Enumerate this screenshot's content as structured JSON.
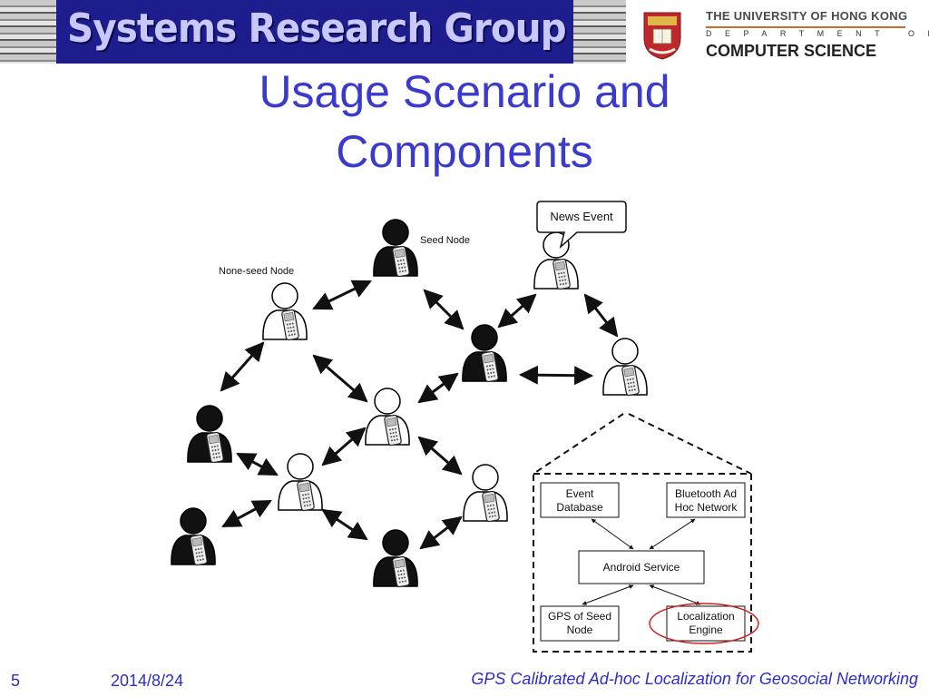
{
  "header": {
    "group_name": "Systems Research Group",
    "university": "THE UNIVERSITY OF HONG KONG",
    "department": "DEPARTMENT OF",
    "school": "COMPUTER SCIENCE",
    "colors": {
      "banner": "#1d1d8e",
      "banner_text": "#c8c8ff",
      "crest_red": "#c0272d",
      "crest_gold": "#e0b64a",
      "accent_rule": "#c86a2a"
    }
  },
  "slide": {
    "title_line1": "Usage Scenario and",
    "title_line2": "Components",
    "title_color": "#3a3acc"
  },
  "diagram": {
    "labels": {
      "seed_node": "Seed Node",
      "non_seed_node": "None-seed Node",
      "news_event": "News Event"
    },
    "components": {
      "event_database_line1": "Event",
      "event_database_line2": "Database",
      "bluetooth_line1": "Bluetooth Ad",
      "bluetooth_line2": "Hoc Network",
      "android_service": "Android Service",
      "gps_line1": "GPS of Seed",
      "gps_line2": "Node",
      "localization_line1": "Localization",
      "localization_line2": "Engine"
    },
    "highlight_color": "#cc2222",
    "seed_color": "#111111",
    "non_seed_color": "#ffffff"
  },
  "footer": {
    "page_number": "5",
    "date": "2014/8/24",
    "title": "GPS Calibrated Ad-hoc Localization for Geosocial Networking",
    "color": "#2d2dc8"
  }
}
